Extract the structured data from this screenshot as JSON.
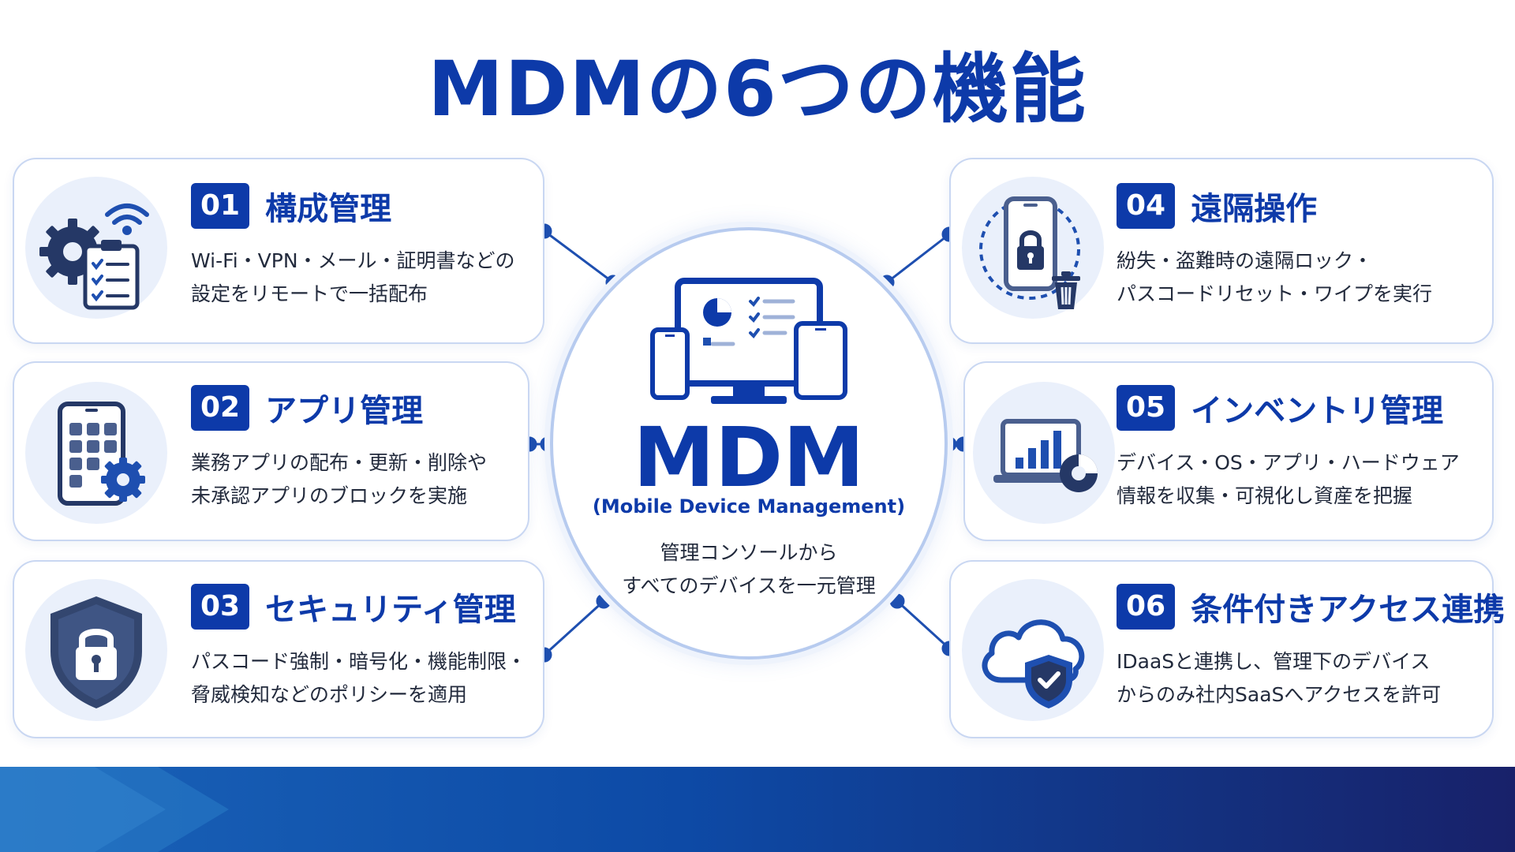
{
  "title": "MDMの6つの機能",
  "hub": {
    "title": "MDM",
    "subtitle": "(Mobile Device Management)",
    "desc_lines": [
      "管理コンソールから",
      "すべてのデバイスを一元管理"
    ]
  },
  "features": [
    {
      "number": "01",
      "title": "構成管理",
      "lines": [
        "Wi-Fi・VPN・メール・証明書などの",
        "設定をリモートで一括配布"
      ],
      "icon": "gear-wifi-checklist-icon"
    },
    {
      "number": "02",
      "title": "アプリ管理",
      "lines": [
        "業務アプリの配布・更新・削除や",
        "未承認アプリのブロックを実施"
      ],
      "icon": "app-grid-phone-gear-icon"
    },
    {
      "number": "03",
      "title": "セキュリティ管理",
      "lines": [
        "パスコード強制・暗号化・機能制限・",
        "脅威検知などのポリシーを適用"
      ],
      "icon": "shield-lock-icon"
    },
    {
      "number": "04",
      "title": "遠隔操作",
      "lines": [
        "紛失・盗難時の遠隔ロック・",
        "パスコードリセット・ワイプを実行"
      ],
      "icon": "phone-lock-trash-icon"
    },
    {
      "number": "05",
      "title": "インベントリ管理",
      "lines": [
        "デバイス・OS・アプリ・ハードウェア",
        "情報を収集・可視化し資産を把握"
      ],
      "icon": "laptop-chart-icon"
    },
    {
      "number": "06",
      "title": "条件付きアクセス連携",
      "lines": [
        "IDaaSと連携し、管理下のデバイス",
        "からのみ社内SaaSへアクセスを許可"
      ],
      "icon": "cloud-shield-icon"
    }
  ],
  "colors": {
    "brand": "#0d3aa9",
    "card_border": "#c9d7f2",
    "icon_bg": "#eaf0fb",
    "icon_dark": "#253866",
    "connector": "#1e4fb0"
  }
}
